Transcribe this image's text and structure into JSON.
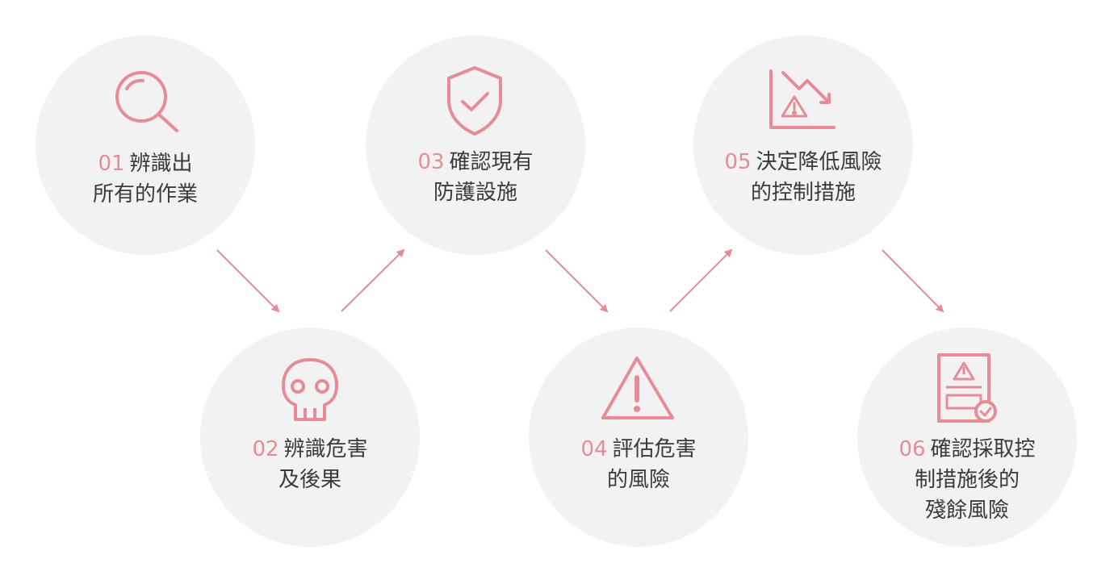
{
  "accent_color": "#e58c96",
  "circle_color": "#f2f2f3",
  "text_color": "#3a3a3a",
  "steps": [
    {
      "num": "01",
      "lines": [
        "辨識出",
        "所有的作業"
      ],
      "icon": "magnifier-icon"
    },
    {
      "num": "02",
      "lines": [
        "辨識危害",
        "及後果"
      ],
      "icon": "skull-icon"
    },
    {
      "num": "03",
      "lines": [
        "確認現有",
        "防護設施"
      ],
      "icon": "shield-check-icon"
    },
    {
      "num": "04",
      "lines": [
        "評估危害",
        "的風險"
      ],
      "icon": "warning-triangle-icon"
    },
    {
      "num": "05",
      "lines": [
        "決定降低風險",
        "的控制措施"
      ],
      "icon": "declining-risk-chart-icon"
    },
    {
      "num": "06",
      "lines": [
        "確認採取控",
        "制措施後的",
        "殘餘風險"
      ],
      "icon": "risk-report-check-icon"
    }
  ]
}
